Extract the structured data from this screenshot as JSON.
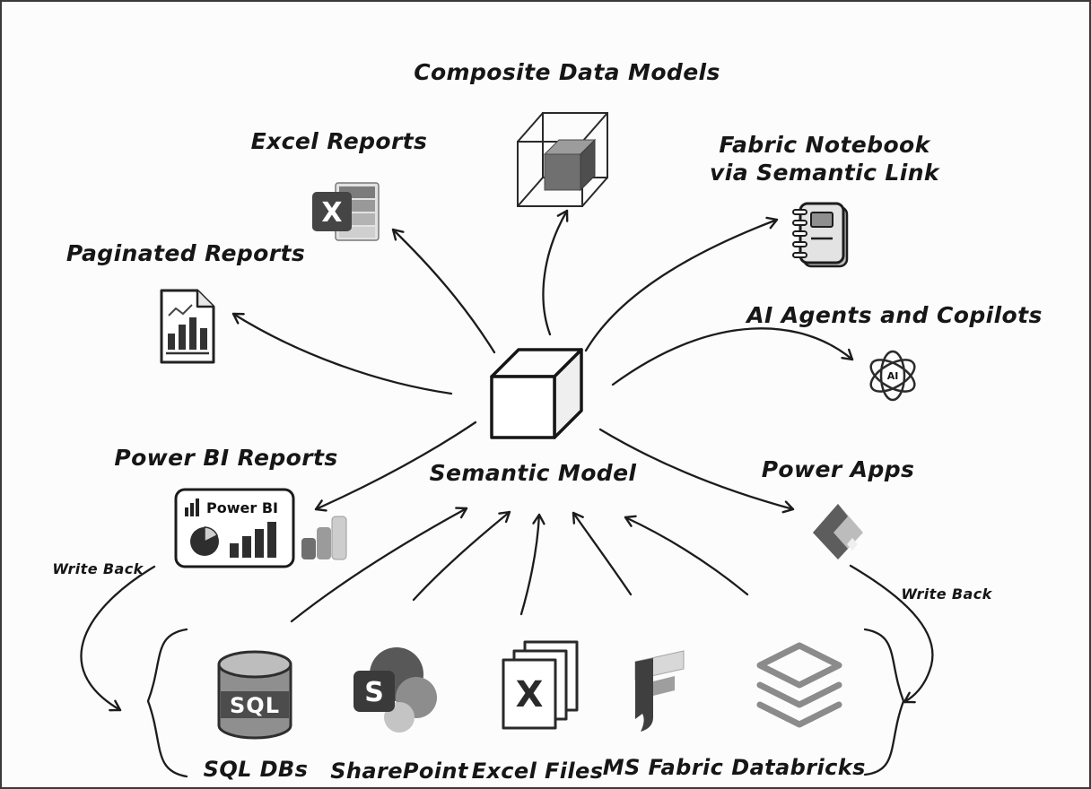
{
  "center": {
    "label": "Semantic Model"
  },
  "outputs": {
    "composite_data_models": {
      "label": "Composite Data Models"
    },
    "excel_reports": {
      "label": "Excel Reports",
      "icon_letter": "X"
    },
    "paginated_reports": {
      "label": "Paginated Reports"
    },
    "fabric_notebook": {
      "label_line1": "Fabric Notebook",
      "label_line2": "via Semantic Link"
    },
    "ai_agents": {
      "label": "AI Agents and Copilots",
      "icon_badge": "AI"
    },
    "power_bi_reports": {
      "label": "Power BI Reports",
      "card_text": "Power BI"
    },
    "power_apps": {
      "label": "Power Apps"
    }
  },
  "sources": {
    "sql_dbs": {
      "label": "SQL DBs",
      "icon_text": "SQL"
    },
    "sharepoint": {
      "label": "SharePoint",
      "icon_text": "S"
    },
    "excel_files": {
      "label": "Excel Files",
      "icon_text": "X"
    },
    "ms_fabric": {
      "label": "MS Fabric"
    },
    "databricks": {
      "label": "Databricks"
    }
  },
  "annotations": {
    "write_back_left": "Write Back",
    "write_back_right": "Write Back"
  },
  "colors": {
    "ink": "#1c1c1c",
    "background": "#fcfcfc",
    "gray_dark": "#3c3c3c",
    "gray_mid": "#8a8a8a",
    "gray_light": "#d6d6d6"
  }
}
